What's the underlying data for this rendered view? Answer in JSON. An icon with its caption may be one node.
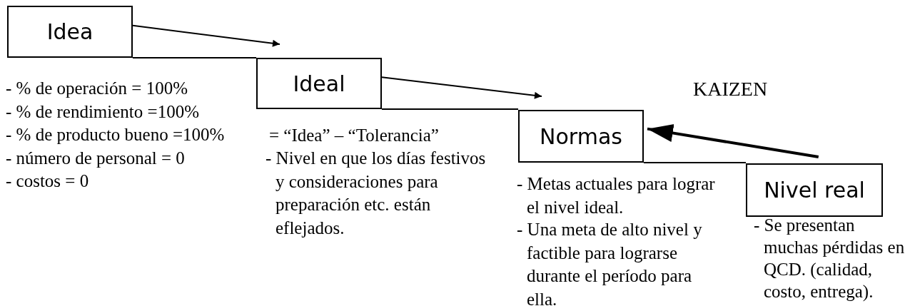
{
  "diagram": {
    "nodes": [
      {
        "text": [
          "Idea"
        ],
        "beside": [
          "- % de operación = 100%",
          "- % de rendimiento =100%",
          "- % de producto bueno =100%",
          "- número de personal = 0",
          "- costos = 0"
        ]
      },
      {
        "text": [
          "Ideal"
        ],
        "beside": [
          "= “Idea” – “Tolerancia”",
          "- Nivel en que los días festivos y consideraciones para preparación etc. están eflejados."
        ]
      },
      {
        "text": [
          "Normas"
        ],
        "beside": [
          "- Metas actuales para lograr el nivel ideal.",
          "- Una meta de alto nivel y factible para lograrse durante el período para ella."
        ]
      },
      {
        "text": [
          "Nivel real"
        ],
        "beside": [
          "- Se presentan muchas pérdidas en QCD. (calidad, costo, entrega)."
        ]
      }
    ],
    "edges": [
      {
        "from": 0,
        "to": 1,
        "arrow": "to"
      },
      {
        "from": 1,
        "to": 2,
        "arrow": "to"
      },
      {
        "from": 3,
        "to": 2,
        "arrow": "to",
        "style": "thick"
      }
    ],
    "labels": [
      "KAIZEN"
    ]
  }
}
